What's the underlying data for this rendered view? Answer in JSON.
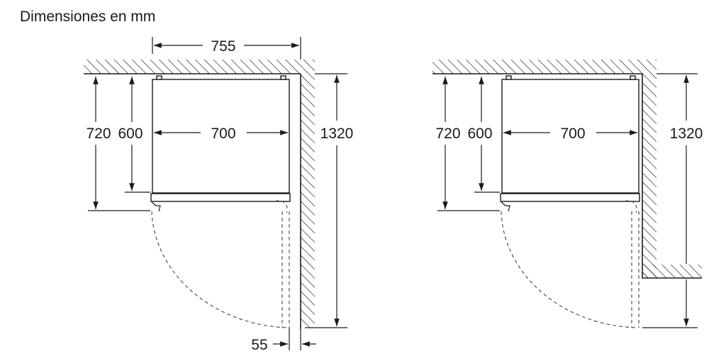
{
  "title": "Dimensiones en mm",
  "left_view": {
    "dims": {
      "overall_width": "755",
      "cabinet_width": "700",
      "depth_with_door": "720",
      "cabinet_depth": "600",
      "open_door_depth": "1320",
      "wall_clearance": "55"
    }
  },
  "right_view": {
    "dims": {
      "cabinet_width": "700",
      "depth_with_door": "720",
      "cabinet_depth": "600",
      "open_door_depth": "1320"
    }
  }
}
